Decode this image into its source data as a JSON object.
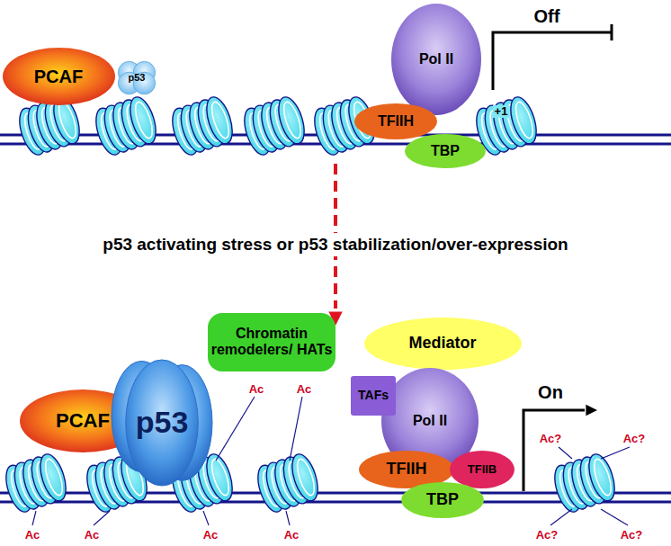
{
  "diagram": {
    "nodes": [
      {
        "text": [
          "PCAF"
        ]
      },
      {
        "text": [
          "p53"
        ]
      },
      {
        "text": [
          "Pol II"
        ]
      },
      {
        "text": [
          "TFIIH"
        ]
      },
      {
        "text": [
          "TBP"
        ]
      },
      {
        "text": [
          "+1"
        ]
      },
      {
        "text": [
          "PCAF"
        ]
      },
      {
        "text": [
          "p53"
        ]
      },
      {
        "text": [
          "Chromatin remodelers/ HATs"
        ]
      },
      {
        "text": [
          "Mediator"
        ]
      },
      {
        "text": [
          "TAFs"
        ]
      },
      {
        "text": [
          "Pol II"
        ]
      },
      {
        "text": [
          "TFIIH"
        ]
      },
      {
        "text": [
          "TFIIB"
        ]
      },
      {
        "text": [
          "TBP"
        ]
      }
    ],
    "labels": [
      "Off",
      "p53 activating stress or p53 stabilization/over-expression",
      "On",
      "Ac",
      "Ac",
      "Ac",
      "Ac",
      "Ac",
      "Ac",
      "Ac?",
      "Ac?",
      "Ac?",
      "Ac?"
    ]
  }
}
